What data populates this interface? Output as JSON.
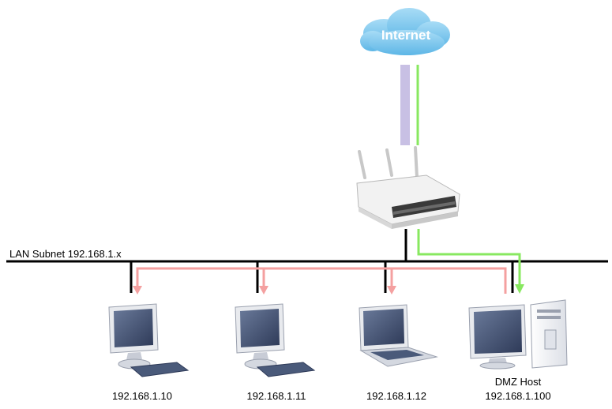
{
  "internet_label": "Internet",
  "lan": {
    "label": "LAN Subnet 192.168.1.x"
  },
  "hosts": [
    {
      "type": "desktop",
      "ip": "192.168.1.10"
    },
    {
      "type": "desktop",
      "ip": "192.168.1.11"
    },
    {
      "type": "laptop",
      "ip": "192.168.1.12"
    },
    {
      "type": "tower",
      "role": "DMZ Host",
      "ip": "192.168.1.100"
    }
  ],
  "colors": {
    "lan_line": "#000000",
    "lan_traffic": "#f4a0a0",
    "dmz_traffic": "#88e860",
    "wan_link": "#c8c0e4",
    "cloud": "#7ec8ec",
    "device_screen": "#4a5a7a"
  }
}
